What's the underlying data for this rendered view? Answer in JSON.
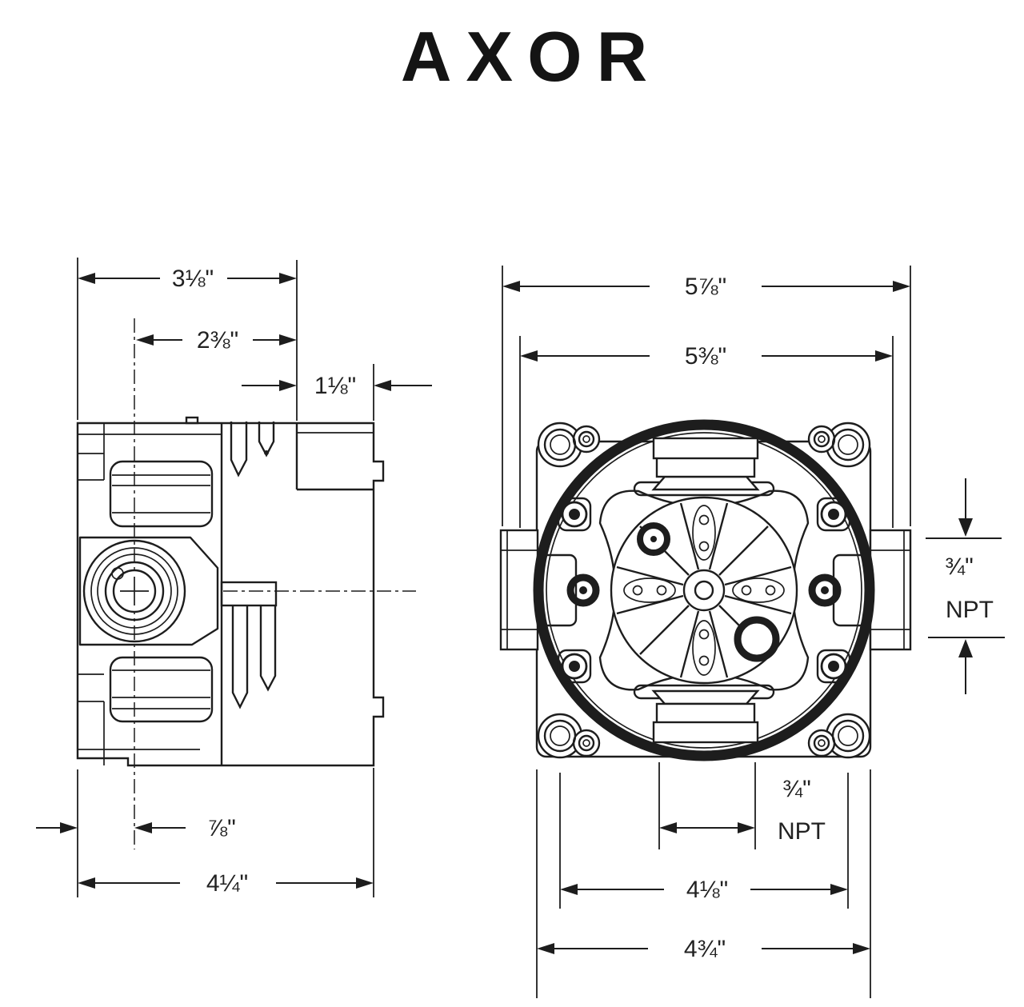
{
  "logo": {
    "brand": "AXOR"
  },
  "drawing": {
    "side_view": {
      "dims": {
        "overall_width_top": "3⅛\"",
        "center_to_face": "2⅜\"",
        "housing_depth": "1⅛\"",
        "wall_to_center": "⅞\"",
        "overall_depth": "4¼\""
      }
    },
    "front_view": {
      "dims": {
        "overall_width": "5⅞\"",
        "body_width": "5⅜\"",
        "right_port_size": "¾\"",
        "right_port_thread": "NPT",
        "bottom_port_size": "¾\"",
        "bottom_port_thread": "NPT",
        "hole_spacing": "4⅛\"",
        "plate_width": "4¾\""
      }
    }
  }
}
